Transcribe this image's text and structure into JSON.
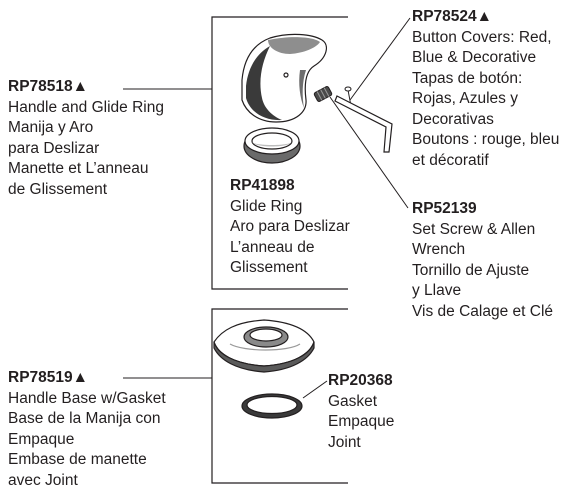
{
  "parts": {
    "handle": {
      "part_number": "RP78518▲",
      "lines": [
        "Handle and Glide Ring",
        "Manija y Aro",
        "para Deslizar",
        "Manette et L’anneau",
        "de Glissement"
      ]
    },
    "glide_ring": {
      "part_number": "RP41898",
      "lines": [
        "Glide Ring",
        "Aro para Deslizar",
        "L’anneau de",
        "Glissement"
      ]
    },
    "button_covers": {
      "part_number": "RP78524▲",
      "lines": [
        "Button Covers: Red,",
        "Blue & Decorative",
        "Tapas de botón:",
        "Rojas, Azules y",
        "Decorativas",
        "Boutons : rouge, bleu",
        "et décoratif"
      ]
    },
    "set_screw": {
      "part_number": "RP52139",
      "lines": [
        "Set Screw & Allen",
        "Wrench",
        "Tornillo de Ajuste",
        "y Llave",
        "Vis de Calage et Clé"
      ]
    },
    "handle_base": {
      "part_number": "RP78519▲",
      "lines": [
        "Handle Base w/Gasket",
        "Base de la Manija con",
        "Empaque",
        "Embase de manette",
        "avec Joint"
      ]
    },
    "gasket": {
      "part_number": "RP20368",
      "lines": [
        "Gasket",
        "Empaque",
        "Joint"
      ]
    }
  }
}
